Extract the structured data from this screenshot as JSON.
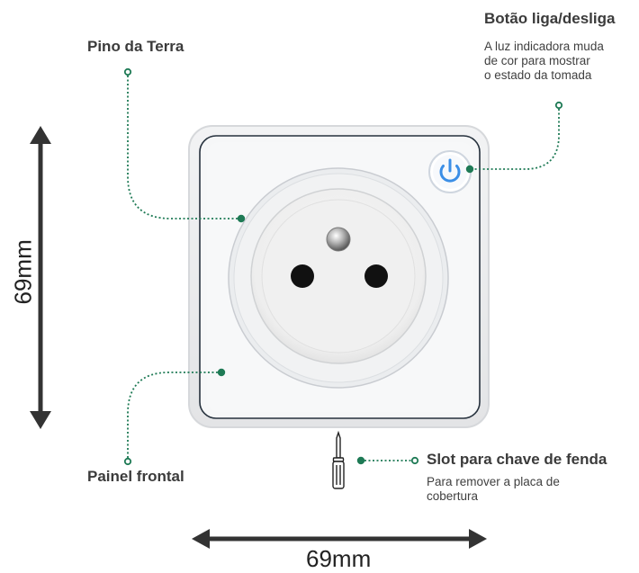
{
  "labels": {
    "ground_pin": {
      "title": "Pino da Terra"
    },
    "power_button": {
      "title": "Botão liga/desliga",
      "desc_lines": [
        "A luz indicadora muda",
        "de cor para mostrar",
        "o estado da tomada"
      ]
    },
    "front_panel": {
      "title": "Painel frontal"
    },
    "screwdriver_slot": {
      "title": "Slot para chave de fenda",
      "desc_lines": [
        "Para remover a placa de",
        "cobertura"
      ]
    }
  },
  "dimensions": {
    "height": "69mm",
    "width": "69mm"
  },
  "colors": {
    "callout": "#1e7a55",
    "dimension_arrow": "#333333",
    "power_icon": "#3b8ee6",
    "panel": "#f4f5f6"
  },
  "icons": [
    "power-icon",
    "screwdriver-icon"
  ]
}
